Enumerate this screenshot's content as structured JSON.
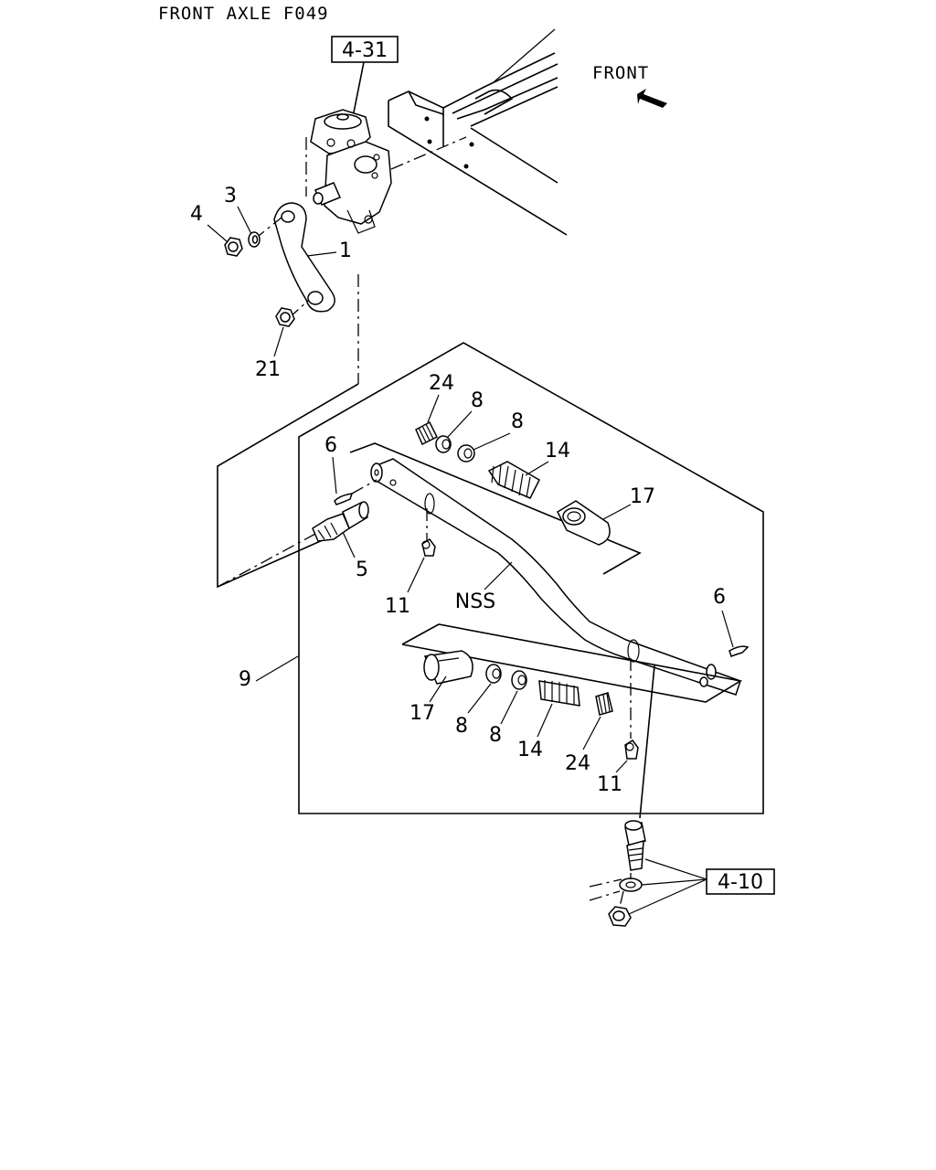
{
  "header": {
    "title": "FRONT AXLE F049"
  },
  "direction": {
    "label": "FRONT"
  },
  "references": {
    "steering_gear": "4-31",
    "knuckle": "4-10"
  },
  "callouts": {
    "p1": "1",
    "p3": "3",
    "p4": "4",
    "p21": "21",
    "p24_top": "24",
    "p8_top_a": "8",
    "p8_top_b": "8",
    "p14_top": "14",
    "p17_top": "17",
    "p6_left": "6",
    "p5": "5",
    "p11_left": "11",
    "nss": "NSS",
    "p6_right": "6",
    "p9": "9",
    "p17_bot": "17",
    "p8_bot_a": "8",
    "p8_bot_b": "8",
    "p14_bot": "14",
    "p24_bot": "24",
    "p11_right": "11"
  }
}
